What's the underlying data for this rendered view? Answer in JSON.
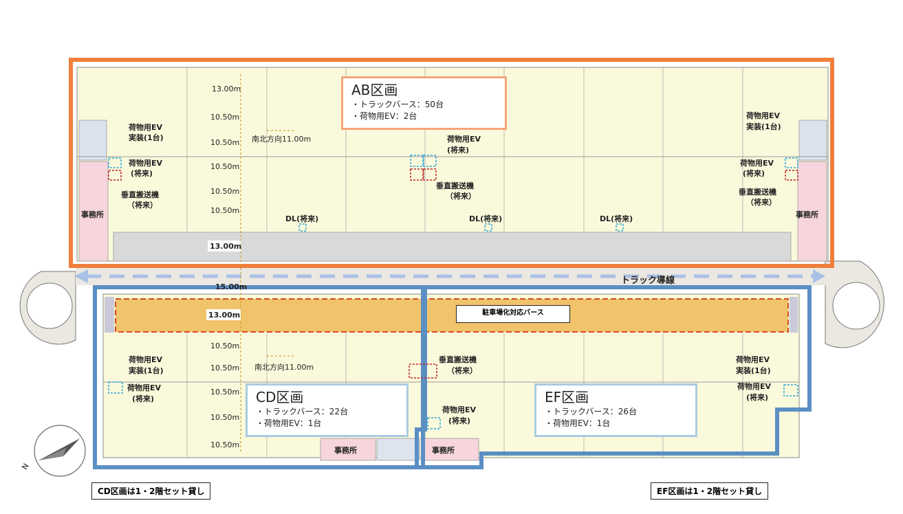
{
  "zones": {
    "ab": {
      "title": "AB区画",
      "line1": "・トラックバース：50台",
      "line2": "・荷物用EV：2台",
      "color": "#f07f3c"
    },
    "cd": {
      "title": "CD区画",
      "line1": "・トラックバース：22台",
      "line2": "・荷物用EV：1台",
      "color": "#5b8fc4"
    },
    "ef": {
      "title": "EF区画",
      "line1": "・トラックバース：26台",
      "line2": "・荷物用EV：1台",
      "color": "#5b8fc4"
    }
  },
  "notes": {
    "cd_note": "CD区画は1・2階セット貸し",
    "ef_note": "EF区画は1・2階セット貸し",
    "parking": "駐車場化対応バース",
    "truck_route": "トラック導線"
  },
  "labels": {
    "ev_installed": "荷物用EV",
    "installed_one": "実装(1台)",
    "ev": "荷物用EV",
    "future": "(将来)",
    "future_jp": "（将来）",
    "vertical": "垂直搬送機",
    "office": "事務所",
    "dl_future": "DL(将来)",
    "ns_direction": "南北方向11.00m",
    "north": "N"
  },
  "dimensions": {
    "d13": "13.00m",
    "d1050": "10.50m",
    "d15": "15.00m"
  },
  "colors": {
    "floor": "#fbf9dc",
    "office": "#f6d6dc",
    "dock": "#d9d9d9",
    "parking": "#f1c36a",
    "road": "#ebe8e2",
    "dashed_route": "#a9c1e6"
  }
}
